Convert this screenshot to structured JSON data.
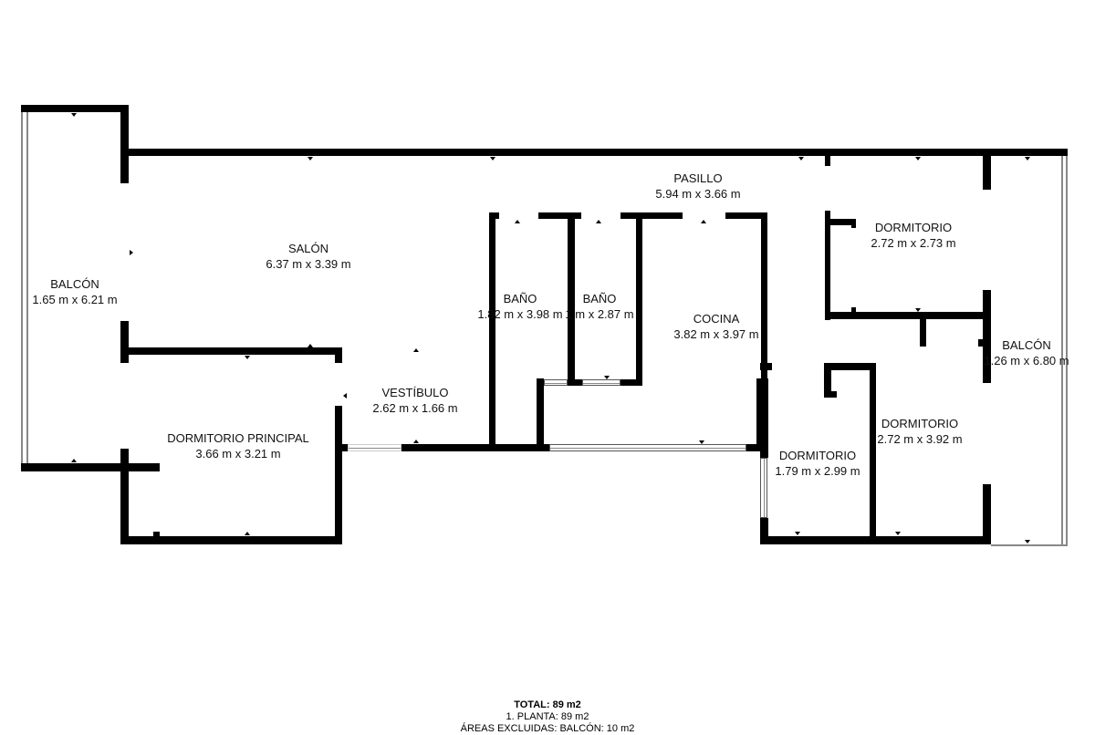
{
  "rooms": [
    {
      "id": "balcon-left",
      "name": "BALCÓN",
      "size": "1.65 m x 6.21 m"
    },
    {
      "id": "salon",
      "name": "SALÓN",
      "size": "6.37 m x 3.39 m"
    },
    {
      "id": "pasillo",
      "name": "PASILLO",
      "size": "5.94 m x 3.66 m"
    },
    {
      "id": "dormitorio-top-right",
      "name": "DORMITORIO",
      "size": "2.72 m x 2.73 m"
    },
    {
      "id": "bano-1",
      "name": "BAÑO",
      "size": "1.82 m x 3.98 m"
    },
    {
      "id": "bano-2",
      "name": "BAÑO",
      "size": "1 m x 2.87 m"
    },
    {
      "id": "cocina",
      "name": "COCINA",
      "size": "3.82 m x 3.97 m"
    },
    {
      "id": "balcon-right",
      "name": "BALCÓN",
      "size": "1.26 m x 6.80 m"
    },
    {
      "id": "vestibulo",
      "name": "VESTÍBULO",
      "size": "2.62 m x 1.66 m"
    },
    {
      "id": "dormitorio-principal",
      "name": "DORMITORIO PRINCIPAL",
      "size": "3.66 m x 3.21 m"
    },
    {
      "id": "dormitorio-middle-right",
      "name": "DORMITORIO",
      "size": "2.72 m x 3.92 m"
    },
    {
      "id": "dormitorio-small",
      "name": "DORMITORIO",
      "size": "1.79 m x 2.99 m"
    }
  ],
  "summary": {
    "total": "TOTAL: 89 m2",
    "planta": "1. PLANTA: 89 m2",
    "excluded": "ÁREAS EXCLUIDAS: BALCÓN: 10 m2"
  },
  "colors": {
    "wall": "#000000",
    "background": "#ffffff",
    "window": "#555555"
  }
}
